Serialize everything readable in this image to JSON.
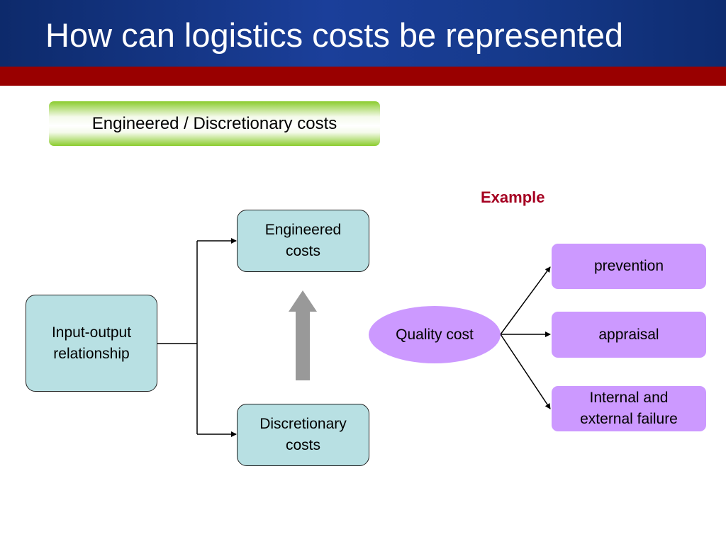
{
  "slide": {
    "title": "How can logistics costs be represented",
    "topic": "Engineered / Discretionary costs",
    "example_label": "Example"
  },
  "left_diagram": {
    "input_output": [
      "Input-output",
      "relationship"
    ],
    "engineered": [
      "Engineered",
      "costs"
    ],
    "discretionary": [
      "Discretionary",
      "costs"
    ]
  },
  "right_diagram": {
    "quality_cost": "Quality cost",
    "prevention": "prevention",
    "appraisal": "appraisal",
    "failure": [
      "Internal and",
      "external failure"
    ]
  },
  "colors": {
    "header_blue": "#1b3f9a",
    "header_red": "#990000",
    "cyan_box": "#b8e0e3",
    "purple_box": "#cc99ff",
    "example_red": "#a50021",
    "arrow_gray": "#999999"
  }
}
